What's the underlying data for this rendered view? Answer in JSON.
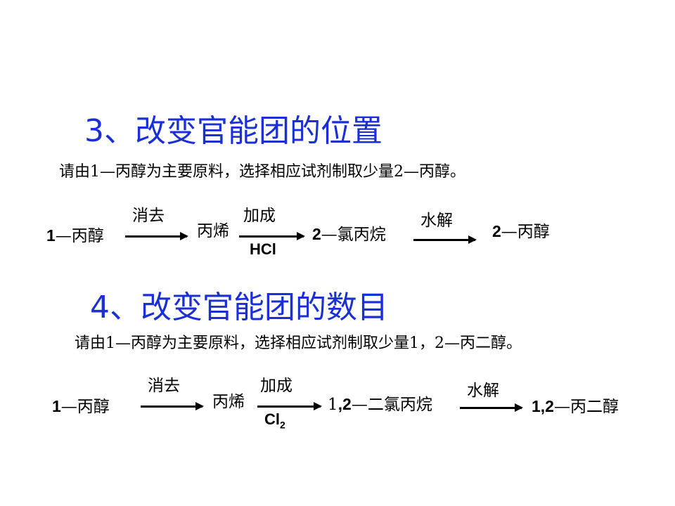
{
  "section3": {
    "title": "3、改变官能团的位置",
    "task": "请由1—丙醇为主要原料，选择相应试剂制取少量2—丙醇。",
    "scheme": {
      "start_num": "1",
      "start_rest": "—丙醇",
      "step1_label": "消去",
      "intermediate1": "丙烯",
      "step2_label": "加成",
      "step2_reagent": "HCl",
      "intermediate2_num": "2",
      "intermediate2_rest": "—氯丙烷",
      "step3_label": "水解",
      "product_num": "2",
      "product_rest": "—丙醇"
    }
  },
  "section4": {
    "title": "4、改变官能团的数目",
    "task": "请由1—丙醇为主要原料，选择相应试剂制取少量1，2—丙二醇。",
    "scheme": {
      "start_num": "1",
      "start_rest": "—丙醇",
      "step1_label": "消去",
      "intermediate1": "丙烯",
      "step2_label": "加成",
      "step2_reagent": "Cl",
      "step2_reagent_sub": "2",
      "intermediate2_num_a": "1",
      "intermediate2_num_b": ",2",
      "intermediate2_rest": "—二氯丙烷",
      "step3_label": "水解",
      "product_num": "1,2",
      "product_rest": "—丙二醇"
    }
  }
}
